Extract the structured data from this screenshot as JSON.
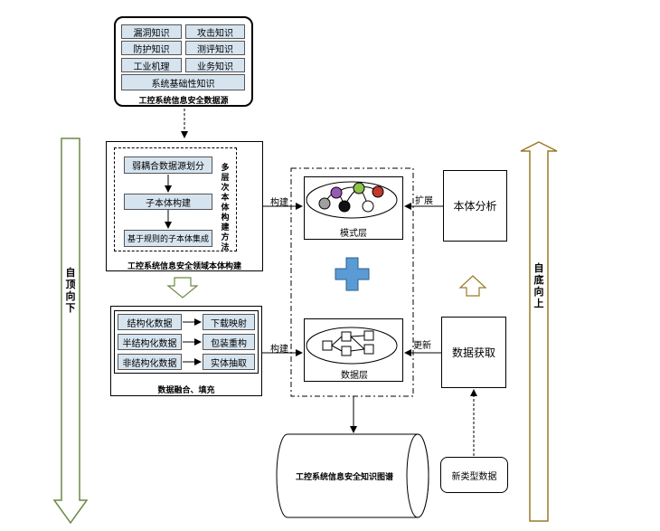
{
  "source_box": {
    "cells": [
      "漏洞知识",
      "攻击知识",
      "防护知识",
      "测评知识",
      "工业机理",
      "业务知识"
    ],
    "base": "系统基础性知识",
    "caption": "工控系统信息安全数据源"
  },
  "ontology_box": {
    "steps": [
      "弱耦合数据源划分",
      "子本体构建",
      "基于规则的子本体集成"
    ],
    "side_label": "多层次本体构建方法",
    "caption": "工控系统信息安全领域本体构建"
  },
  "fusion_box": {
    "left": [
      "结构化数据",
      "半结构化数据",
      "非结构化数据"
    ],
    "right": [
      "下载映射",
      "包装重构",
      "实体抽取"
    ],
    "caption": "数据融合、填充"
  },
  "layers": {
    "schema_label": "模式层",
    "data_label": "数据层",
    "node_colors": [
      "#a0a0a0",
      "#9b59b6",
      "#111111",
      "#8bc34a",
      "#c0392b",
      "#ffffff"
    ]
  },
  "edges": {
    "build_top": "构建",
    "build_bottom": "构建",
    "expand": "扩展",
    "update": "更新"
  },
  "right_boxes": {
    "ontology_analysis": "本体分析",
    "data_acquire": "数据获取",
    "new_data": "新类型数据"
  },
  "knowledge_graph": "工控系统信息安全知识图谱",
  "arrows": {
    "top_down": "自顶向下",
    "bottom_up": "自底向上"
  }
}
